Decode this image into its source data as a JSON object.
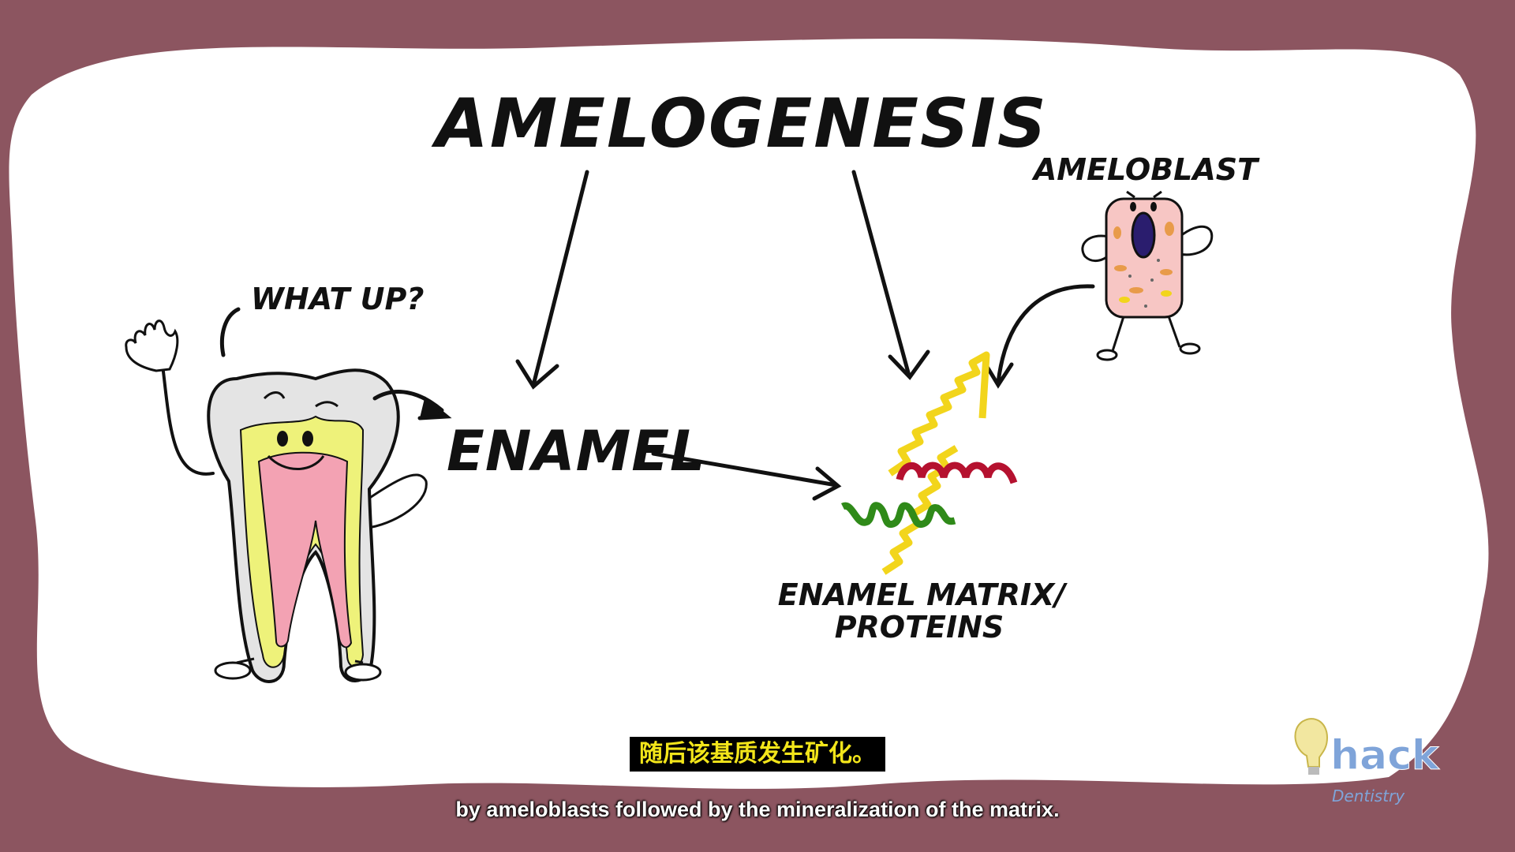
{
  "title": "AMELOGENESIS",
  "labels": {
    "what_up": "WHAT UP?",
    "enamel": "ENAMEL",
    "ameloblast": "AMELOBLAST",
    "matrix_line1": "ENAMEL MATRIX/",
    "matrix_line2": "PROTEINS"
  },
  "subtitles": {
    "chinese": "随后该基质发生矿化。",
    "english": "by ameloblasts followed by the mineralization of the matrix."
  },
  "logo": {
    "word": "hack",
    "sub": "Dentistry"
  },
  "colors": {
    "background": "#8c5560",
    "panel": "#ffffff",
    "enamel_gray": "#e4e4e4",
    "dentin_yellow": "#eef27a",
    "pulp_pink": "#f3a2b3",
    "cell_pink": "#f7c6c4",
    "nucleus": "#2a1d6e",
    "helix_yellow": "#f2d51c",
    "helix_red": "#b5112f",
    "helix_green": "#2f8a19",
    "subtitle_yellow": "#f2e51a",
    "logo_blue": "#7fa4d9"
  }
}
